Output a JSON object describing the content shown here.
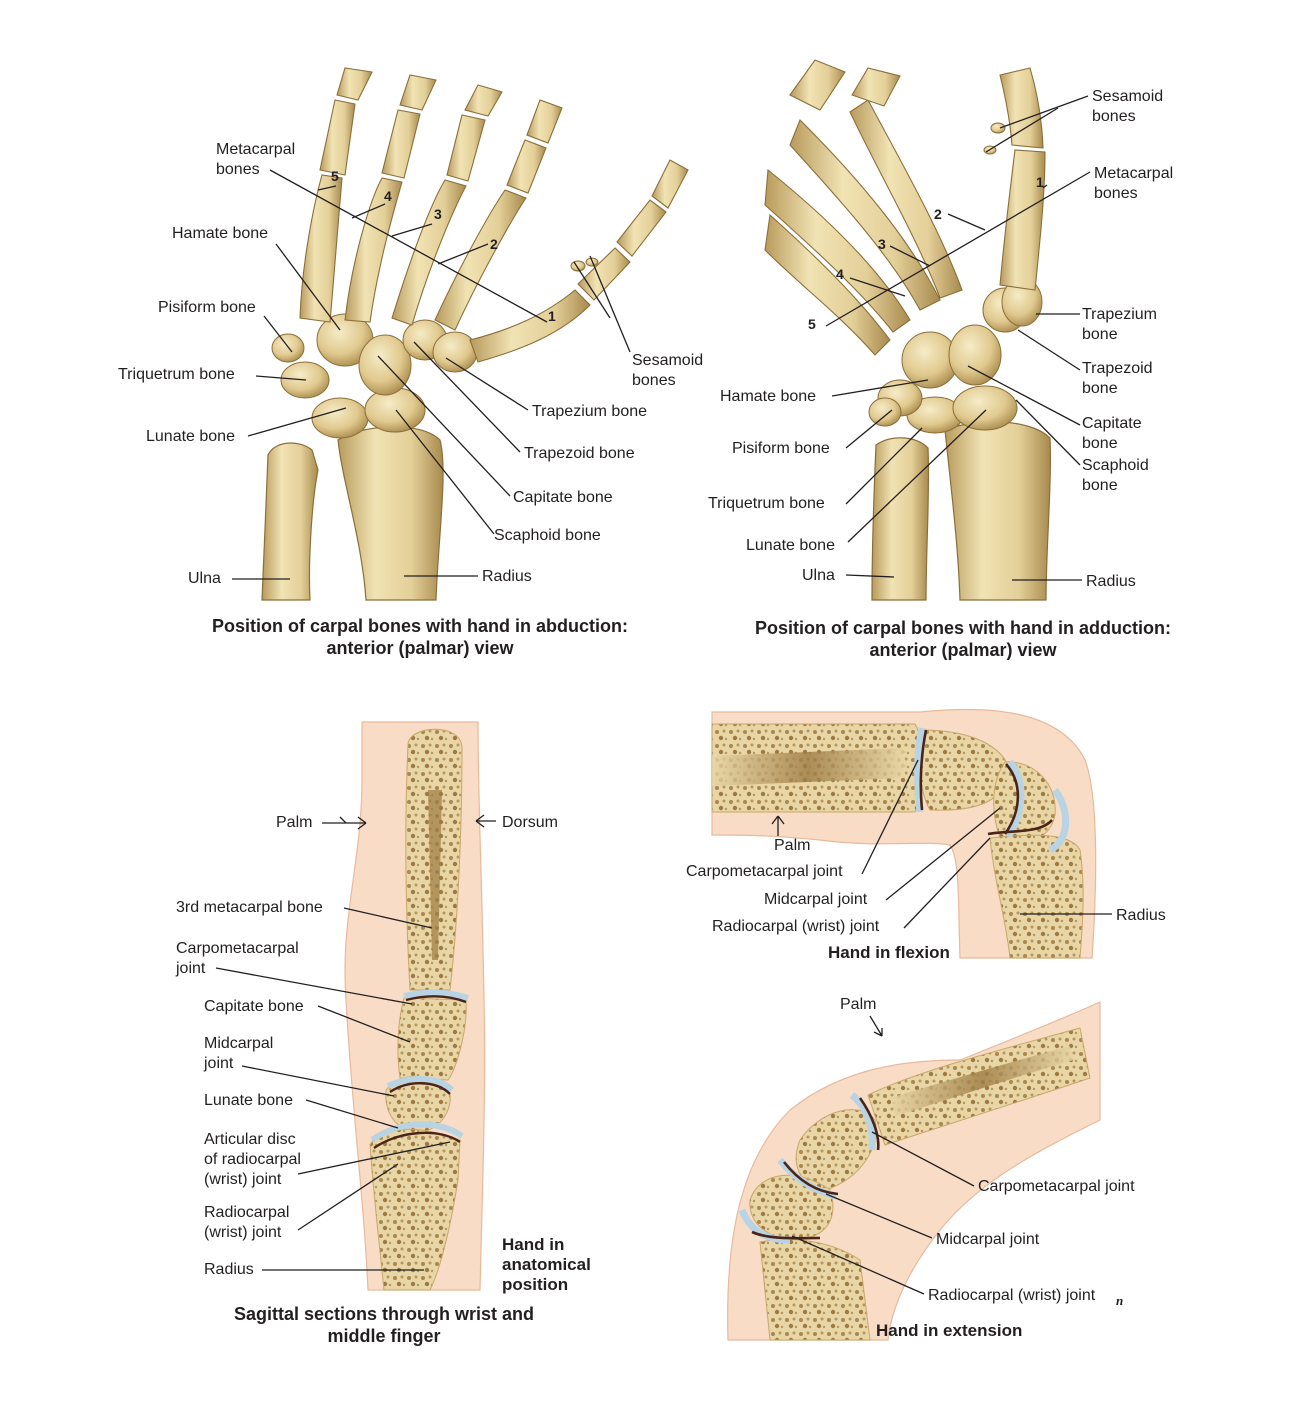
{
  "colors": {
    "bone": "#e3cf98",
    "bone_shadow": "#b89a5c",
    "bone_highlight": "#f6ecc8",
    "skin": "#f8dcc6",
    "skin_edge": "#e9b99c",
    "cartilage": "#b8d3e4",
    "marrow": "#9c7a42",
    "joint_line": "#4a2418",
    "leader": "#231f20"
  },
  "panels": {
    "abduction": {
      "caption": "Position of carpal bones with hand in abduction:\nanterior (palmar) view",
      "labels": {
        "metacarpal": "Metacarpal\nbones",
        "hamate": "Hamate bone",
        "pisiform": "Pisiform bone",
        "triquetrum": "Triquetrum bone",
        "lunate": "Lunate bone",
        "ulna": "Ulna",
        "radius": "Radius",
        "sesamoid": "Sesamoid\nbones",
        "trapezium": "Trapezium bone",
        "trapezoid": "Trapezoid bone",
        "capitate": "Capitate bone",
        "scaphoid": "Scaphoid bone"
      },
      "numbers": [
        "5",
        "4",
        "3",
        "2",
        "1"
      ]
    },
    "adduction": {
      "caption": "Position of carpal bones with hand in adduction:\nanterior (palmar) view",
      "labels": {
        "sesamoid": "Sesamoid\nbones",
        "metacarpal": "Metacarpal\nbones",
        "trapezium": "Trapezium\nbone",
        "trapezoid": "Trapezoid\nbone",
        "capitate": "Capitate\nbone",
        "scaphoid": "Scaphoid\nbone",
        "hamate": "Hamate bone",
        "pisiform": "Pisiform bone",
        "triquetrum": "Triquetrum bone",
        "lunate": "Lunate bone",
        "ulna": "Ulna",
        "radius": "Radius"
      },
      "numbers": [
        "1",
        "2",
        "3",
        "4",
        "5"
      ]
    },
    "sagittal": {
      "caption": "Sagittal sections through wrist and\nmiddle finger",
      "subcaption": "Hand in\nanatomical\nposition",
      "labels": {
        "palm": "Palm",
        "dorsum": "Dorsum",
        "metacarpal3": "3rd metacarpal bone",
        "carpometacarpal": "Carpometacarpal\njoint",
        "capitate": "Capitate bone",
        "midcarpal": "Midcarpal\njoint",
        "lunate": "Lunate bone",
        "disc": "Articular disc\nof radiocarpal\n(wrist) joint",
        "radiocarpal": "Radiocarpal\n(wrist) joint",
        "radius": "Radius"
      }
    },
    "flexion": {
      "subcaption": "Hand in flexion",
      "labels": {
        "palm": "Palm",
        "carpometacarpal": "Carpometacarpal joint",
        "midcarpal": "Midcarpal joint",
        "radiocarpal": "Radiocarpal (wrist) joint",
        "radius": "Radius"
      }
    },
    "extension": {
      "subcaption": "Hand in extension",
      "labels": {
        "palm": "Palm",
        "carpometacarpal": "Carpometacarpal joint",
        "midcarpal": "Midcarpal joint",
        "radiocarpal": "Radiocarpal (wrist) joint"
      },
      "signature": "n"
    }
  }
}
